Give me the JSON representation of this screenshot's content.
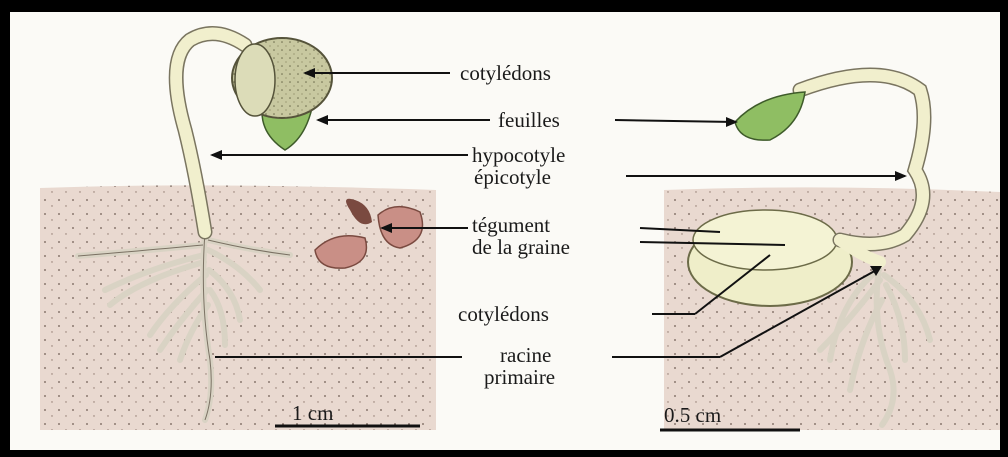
{
  "labels": {
    "cotyledons_top": "cotylédons",
    "feuilles": "feuilles",
    "hypocotyle": "hypocotyle",
    "epicotyle": "épicotyle",
    "tegument_line1": "tégument",
    "tegument_line2": "de la graine",
    "cotyledons_bottom": "cotylédons",
    "racine_line1": "racine",
    "racine_line2": "primaire"
  },
  "scale_bars": {
    "left": "1 cm",
    "right": "0.5 cm"
  },
  "colors": {
    "frame": "#000000",
    "paper": "#fbfaf6",
    "soil": "#e8d8cf",
    "stem": "#f3f2cf",
    "leaf": "#8fbe63",
    "seed_coat": "#c98f86"
  }
}
